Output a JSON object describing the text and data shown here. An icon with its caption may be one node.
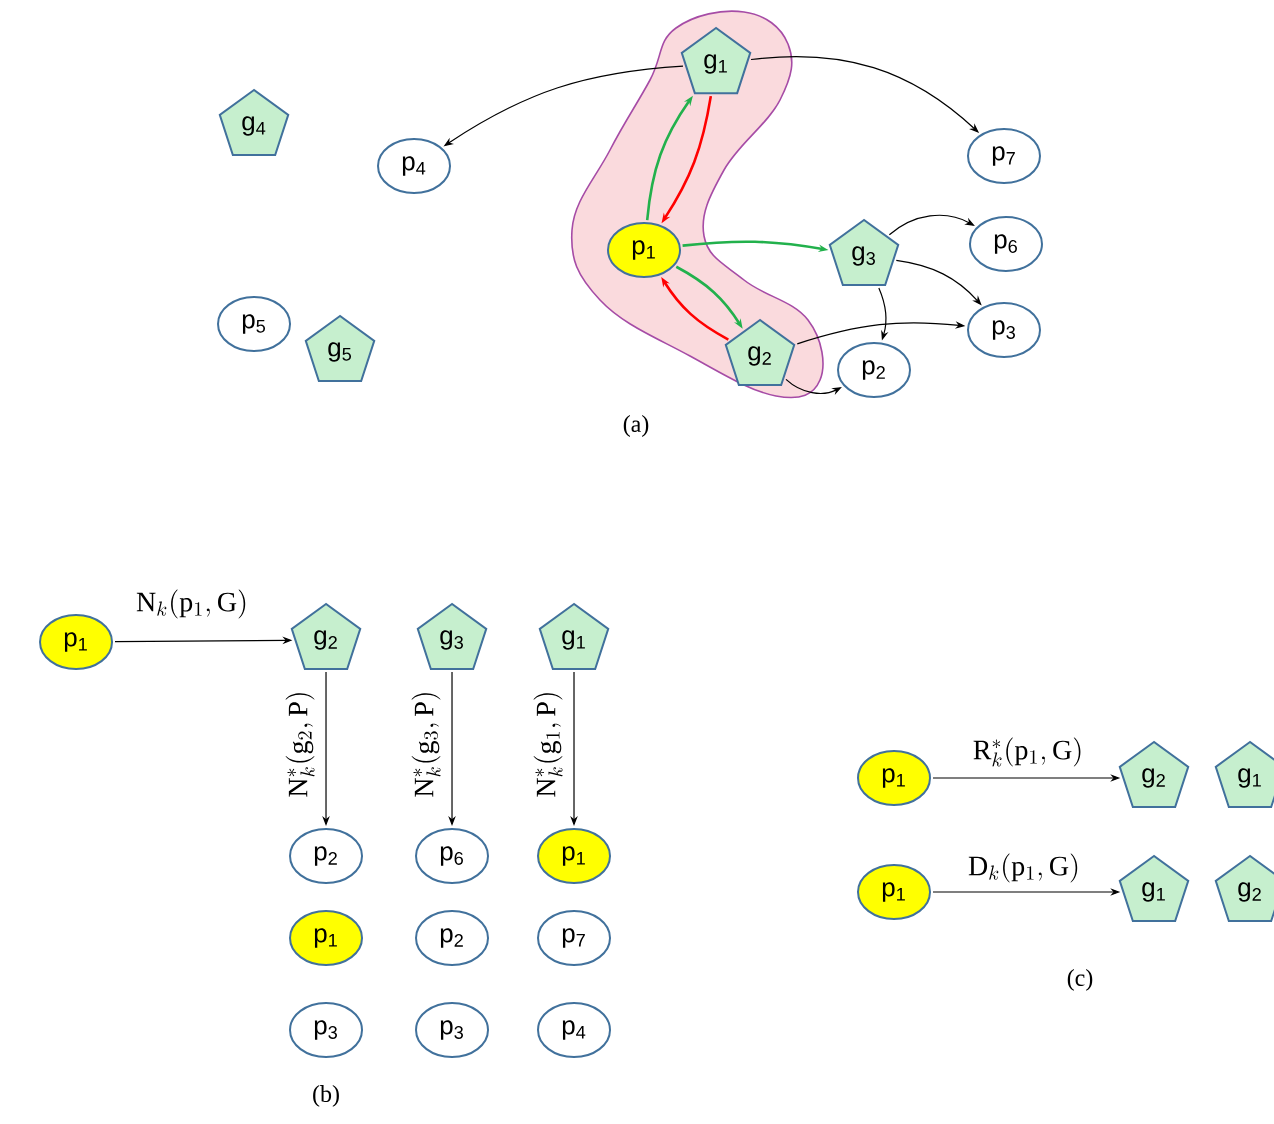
{
  "diagram": {
    "nodes": [
      {
        "text": [
          "g$_{1}$"
        ]
      },
      {
        "text": [
          "g$_{4}$"
        ]
      },
      {
        "text": [
          "p$_{4}$"
        ]
      },
      {
        "text": [
          "p$_{7}$"
        ]
      },
      {
        "text": [
          "p$_{1}$"
        ]
      },
      {
        "text": [
          "g$_{3}$"
        ]
      },
      {
        "text": [
          "p$_{6}$"
        ]
      },
      {
        "text": [
          "p$_{5}$"
        ]
      },
      {
        "text": [
          "g$_{5}$"
        ]
      },
      {
        "text": [
          "g$_{2}$"
        ]
      },
      {
        "text": [
          "p$_{3}$"
        ]
      },
      {
        "text": [
          "p$_{2}$"
        ]
      },
      {
        "text": [
          "p$_{1}$"
        ]
      },
      {
        "text": [
          "g$_{2}$"
        ]
      },
      {
        "text": [
          "g$_{3}$"
        ]
      },
      {
        "text": [
          "g$_{1}$"
        ]
      },
      {
        "text": [
          "p$_{2}$"
        ]
      },
      {
        "text": [
          "p$_{6}$"
        ]
      },
      {
        "text": [
          "p$_{1}$"
        ]
      },
      {
        "text": [
          "p$_{1}$"
        ]
      },
      {
        "text": [
          "p$_{2}$"
        ]
      },
      {
        "text": [
          "p$_{7}$"
        ]
      },
      {
        "text": [
          "p$_{3}$"
        ]
      },
      {
        "text": [
          "p$_{3}$"
        ]
      },
      {
        "text": [
          "p$_{4}$"
        ]
      },
      {
        "text": [
          "p$_{1}$"
        ]
      },
      {
        "text": [
          "g$_{2}$"
        ]
      },
      {
        "text": [
          "g$_{1}$"
        ]
      },
      {
        "text": [
          "p$_{1}$"
        ]
      },
      {
        "text": [
          "g$_{1}$"
        ]
      },
      {
        "text": [
          "g$_{2}$"
        ]
      }
    ],
    "edges": [
      {
        "from": 0,
        "to": 2,
        "arrow": "to"
      },
      {
        "from": 0,
        "to": 3,
        "arrow": "to"
      },
      {
        "from": 4,
        "to": 0,
        "arrow": "to",
        "color": "#22b14c"
      },
      {
        "from": 0,
        "to": 4,
        "arrow": "to",
        "color": "#ff0000"
      },
      {
        "from": 4,
        "to": 5,
        "arrow": "to",
        "color": "#22b14c"
      },
      {
        "from": 4,
        "to": 9,
        "arrow": "to",
        "color": "#22b14c"
      },
      {
        "from": 9,
        "to": 4,
        "arrow": "to",
        "color": "#ff0000"
      },
      {
        "from": 5,
        "to": 6,
        "arrow": "to"
      },
      {
        "from": 5,
        "to": 10,
        "arrow": "to"
      },
      {
        "from": 5,
        "to": 11,
        "arrow": "to"
      },
      {
        "from": 9,
        "to": 10,
        "arrow": "to"
      },
      {
        "from": 9,
        "to": 11,
        "arrow": "to"
      },
      {
        "from": 12,
        "to": 13,
        "arrow": "to",
        "label": "\\mathrm{N}_{k}(\\mathrm{p}_{1},\\mathrm{G})"
      },
      {
        "from": 13,
        "to": 16,
        "arrow": "to",
        "label": "\\mathrm{N}^{*}_{k}(\\mathrm{g}_{2},\\mathrm{P})"
      },
      {
        "from": 14,
        "to": 17,
        "arrow": "to",
        "label": "\\mathrm{N}^{*}_{k}(\\mathrm{g}_{3},\\mathrm{P})"
      },
      {
        "from": 15,
        "to": 18,
        "arrow": "to",
        "label": "\\mathrm{N}^{*}_{k}(\\mathrm{g}_{1},\\mathrm{P})"
      },
      {
        "from": 25,
        "to": 26,
        "arrow": "to",
        "label": "\\mathrm{R}^{*}_{k}(\\mathrm{p}_{1},\\mathrm{G})"
      },
      {
        "from": 28,
        "to": 29,
        "arrow": "to",
        "label": "\\mathrm{D}_{k}(\\mathrm{p}_{1},\\mathrm{G})"
      }
    ],
    "labels": [
      "(a)",
      "(b)",
      "(c)"
    ]
  }
}
